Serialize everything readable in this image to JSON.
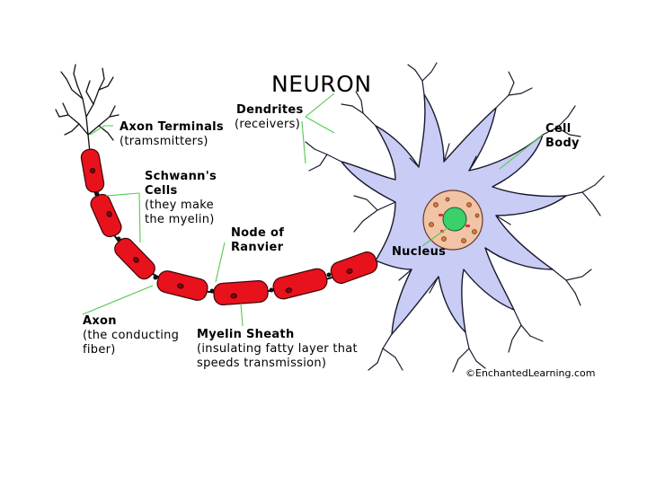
{
  "title": "NEURON",
  "labels": {
    "dendrites": {
      "name": "Dendrites",
      "note": "(receivers)"
    },
    "axon_terminals": {
      "name": "Axon Terminals",
      "note": "(tramsmitters)"
    },
    "cell_body": {
      "name_line1": "Cell",
      "name_line2": "Body"
    },
    "schwann_cells": {
      "name_line1": "Schwann's",
      "name_line2": "Cells",
      "note_line1": "(they make",
      "note_line2": "the myelin)"
    },
    "node_of_ranvier": {
      "name_line1": "Node of",
      "name_line2": "Ranvier"
    },
    "nucleus": {
      "name": "Nucleus"
    },
    "axon": {
      "name": "Axon",
      "note_line1": "(the conducting",
      "note_line2": "fiber)"
    },
    "myelin_sheath": {
      "name": "Myelin Sheath",
      "note_line1": "(insulating fatty layer that",
      "note_line2": "speeds transmission)"
    }
  },
  "copyright": "©EnchantedLearning.com",
  "colors": {
    "cell_body_fill": "#c9ccf5",
    "cell_outline": "#1a1a2e",
    "myelin_fill": "#e8121c",
    "myelin_nucleus": "#7a0b12",
    "nucleus_green": "#3ad06a",
    "nucleus_ring": "#f2c4a6",
    "leader_line": "#55c94e"
  }
}
